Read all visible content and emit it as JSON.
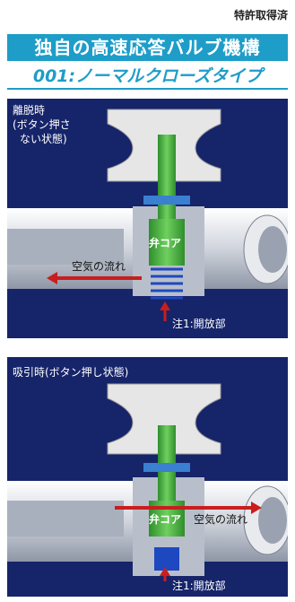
{
  "header": {
    "patent": "特許取得済",
    "title": "独自の高速応答バルブ機構",
    "subtitle": "001:ノーマルクローズタイプ"
  },
  "panel1": {
    "state_line1": "離脱時",
    "state_line2": "(ボタン押さ",
    "state_line3": "ない状態)",
    "valve_core": "弁コア",
    "air_flow": "空気の流れ",
    "note": "注1:開放部"
  },
  "panel2": {
    "state": "吸引時(ボタン押し状態)",
    "valve_core": "弁コア",
    "air_flow": "空気の流れ",
    "note": "注1:開放部"
  },
  "colors": {
    "brand_blue": "#1e9dc8",
    "panel_navy": "#16246a",
    "valve_green": "#3fb43a",
    "arrow_red": "#c81e1e"
  }
}
